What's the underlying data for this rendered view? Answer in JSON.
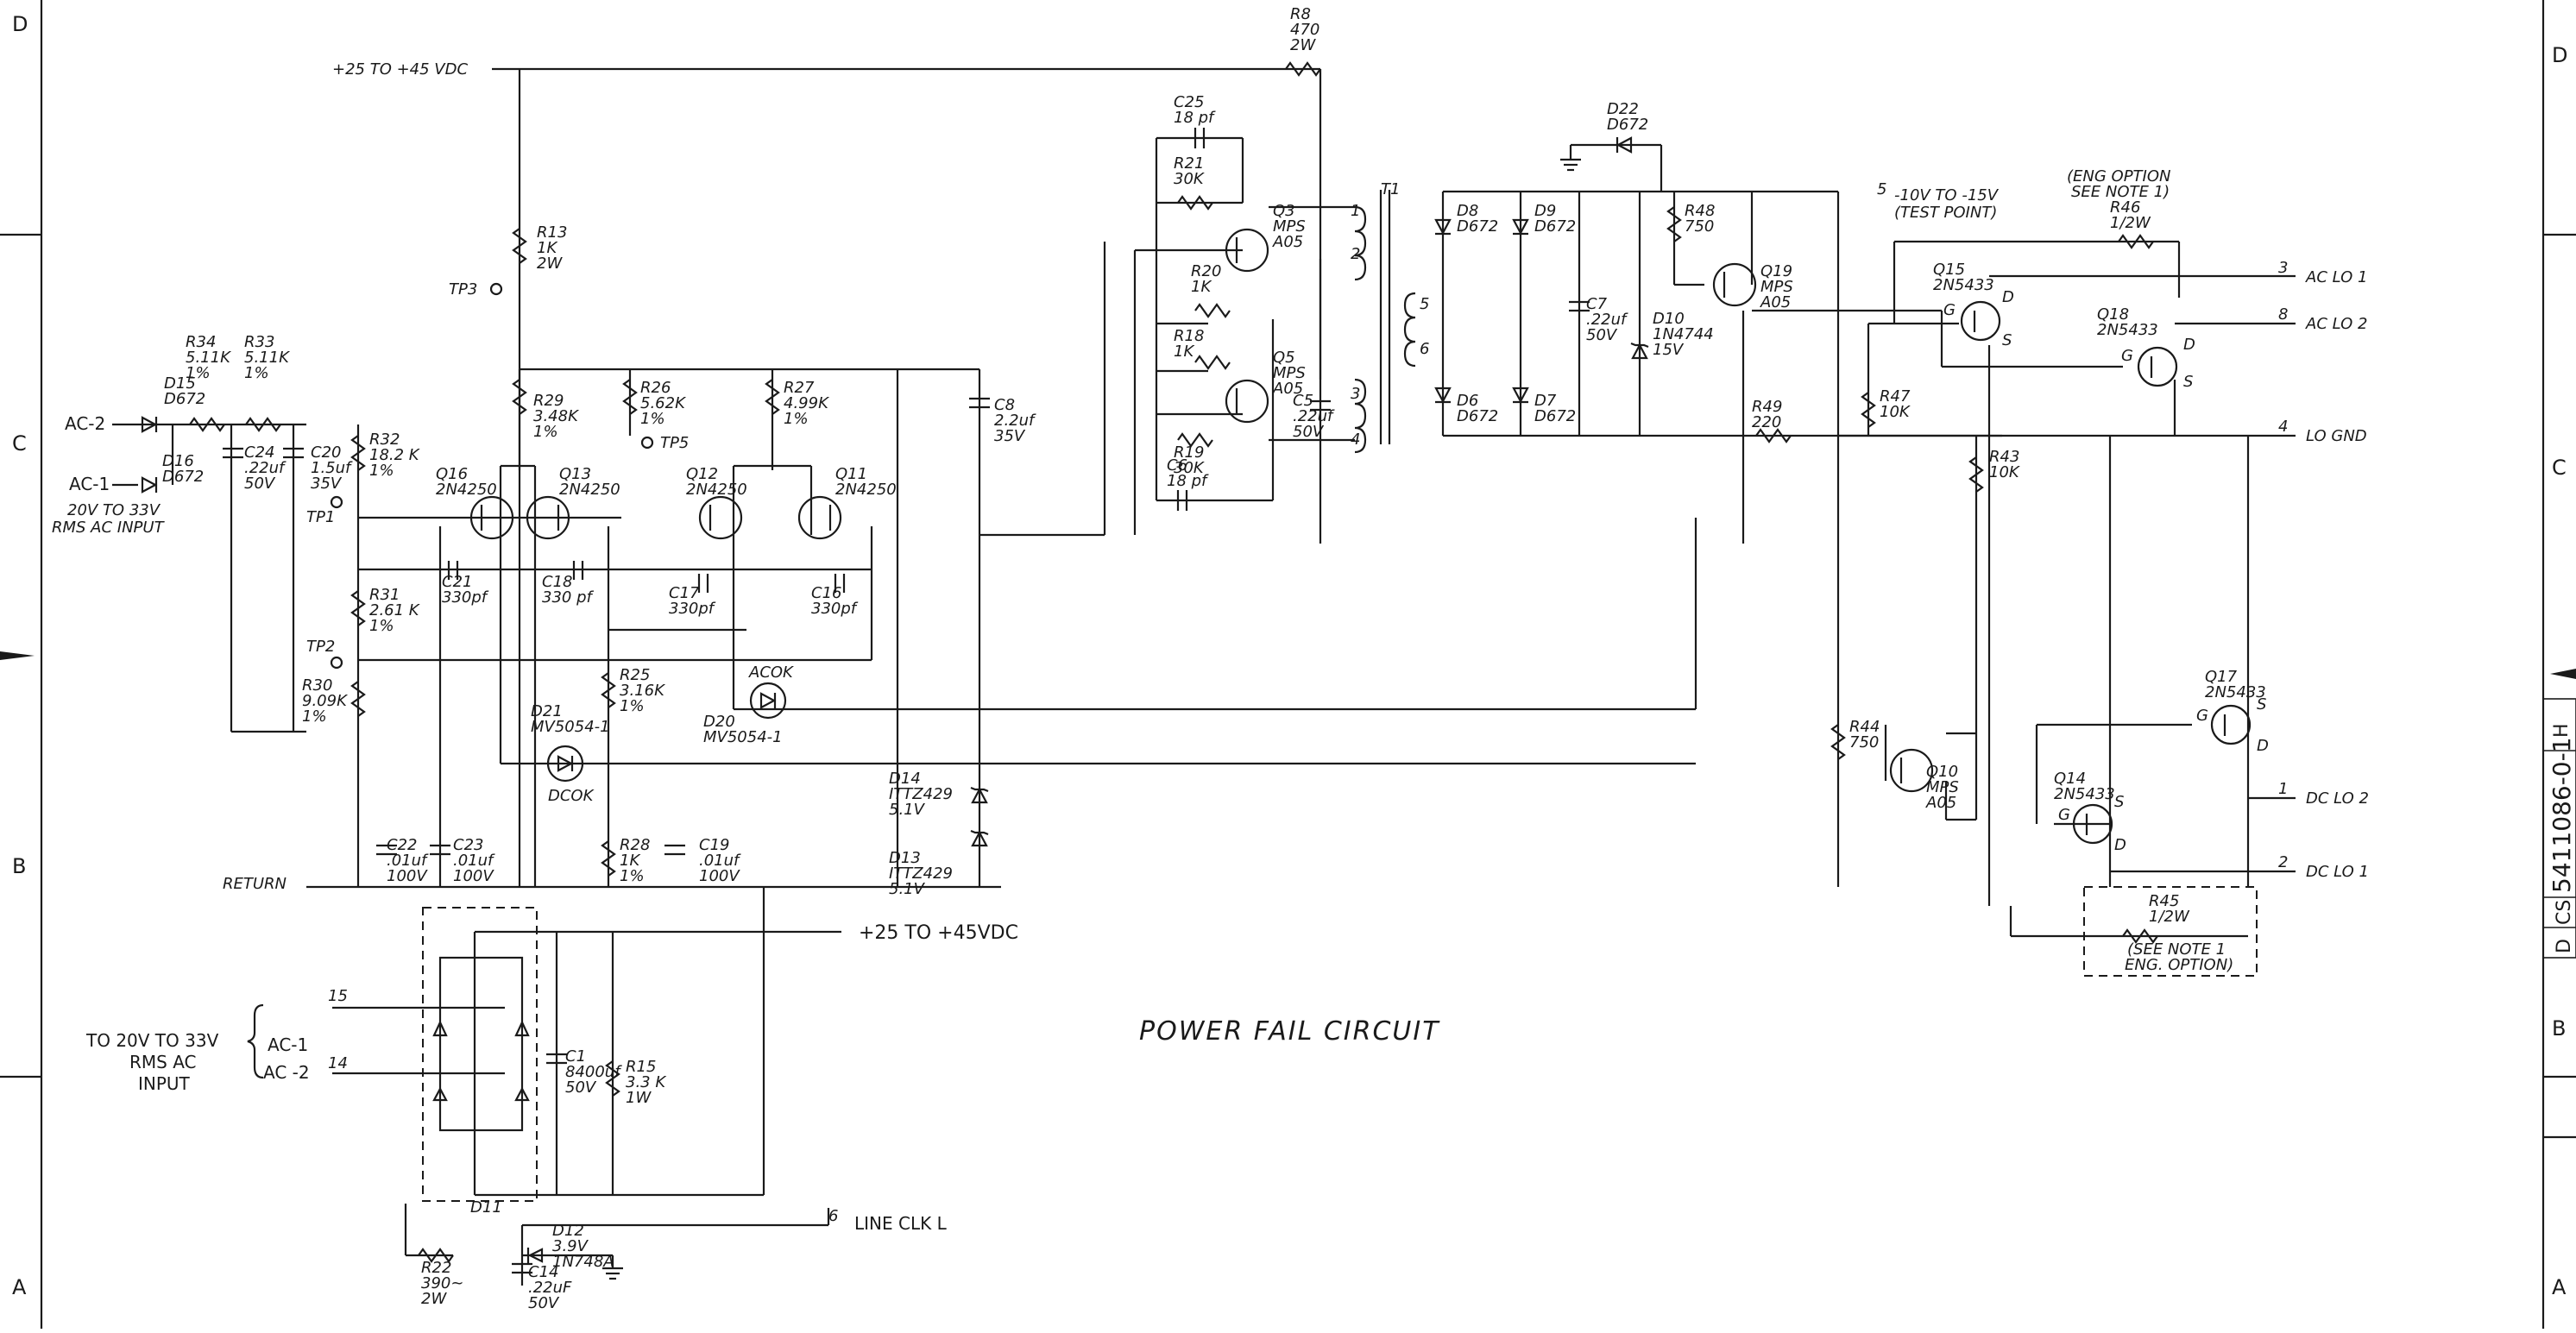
{
  "zones": {
    "left": [
      "D",
      "C",
      "B",
      "A"
    ],
    "right": [
      "D",
      "C",
      "B",
      "A"
    ]
  },
  "title": "POWER FAIL CIRCUIT",
  "drawing_number": "5411086-0-1",
  "size_code": "D",
  "code": "CS",
  "rev": "H",
  "notes": {
    "eng_option": [
      "(ENG OPTION",
      "SEE NOTE 1)",
      "R46",
      "1/2W"
    ],
    "r45_option": [
      "R45",
      "1/2W",
      "(SEE NOTE 1",
      "ENG. OPTION)"
    ]
  },
  "nets": {
    "supply_top": "+25 TO +45 VDC",
    "supply_mid": "+25 TO +45VDC",
    "return": "RETURN",
    "ac_in_1": "AC-2",
    "ac_in_2": "AC-1",
    "ac_input_desc": [
      "20V TO 33V",
      "RMS AC INPUT"
    ],
    "bridge_input": [
      "TO 20V TO 33V",
      "RMS AC",
      "INPUT"
    ],
    "bridge_ac1": "AC-1",
    "bridge_ac2": "AC -2",
    "test_point": [
      "-10V TO -15V",
      "(TEST POINT)"
    ],
    "line_clk": "LINE CLK L"
  },
  "outputs": [
    {
      "pin": "3",
      "label": "AC LO 1"
    },
    {
      "pin": "8",
      "label": "AC LO 2"
    },
    {
      "pin": "4",
      "label": "LO GND"
    },
    {
      "pin": "1",
      "label": "DC LO 2"
    },
    {
      "pin": "2",
      "label": "DC LO 1"
    },
    {
      "pin": "5",
      "label": ""
    },
    {
      "pin": "6",
      "label": ""
    },
    {
      "pin": "15",
      "label": ""
    },
    {
      "pin": "14",
      "label": ""
    }
  ],
  "test_points": [
    "TP3",
    "TP1",
    "TP2",
    "TP5"
  ],
  "components": {
    "R8": [
      "R8",
      "470",
      "2W"
    ],
    "R13": [
      "R13",
      "1K",
      "2W"
    ],
    "R34": [
      "R34",
      "5.11K",
      "1%"
    ],
    "R33": [
      "R33",
      "5.11K",
      "1%"
    ],
    "R32": [
      "R32",
      "18.2 K",
      "1%"
    ],
    "R31": [
      "R31",
      "2.61 K",
      "1%"
    ],
    "R30": [
      "R30",
      "9.09K",
      "1%"
    ],
    "R29": [
      "R29",
      "3.48K",
      "1%"
    ],
    "R26": [
      "R26",
      "5.62K",
      "1%"
    ],
    "R27": [
      "R27",
      "4.99K",
      "1%"
    ],
    "R25": [
      "R25",
      "3.16K",
      "1%"
    ],
    "R28": [
      "R28",
      "1K",
      "1%"
    ],
    "R21": [
      "R21",
      "30K"
    ],
    "R20": [
      "R20",
      "1K"
    ],
    "R18": [
      "R18",
      "1K"
    ],
    "R19": [
      "R19",
      "30K"
    ],
    "R48": [
      "R48",
      "750"
    ],
    "R47": [
      "R47",
      "10K"
    ],
    "R49": [
      "R49",
      "220"
    ],
    "R43": [
      "R43",
      "10K"
    ],
    "R44": [
      "R44",
      "750"
    ],
    "R15": [
      "R15",
      "3.3 K",
      "1W"
    ],
    "R22": [
      "R22",
      "390~",
      "2W"
    ],
    "C25": [
      "C25",
      "18 pf"
    ],
    "C6": [
      "C6",
      "18 pf"
    ],
    "C5": [
      "C5",
      ".22uf",
      "50V"
    ],
    "C7": [
      "C7",
      ".22uf",
      "50V"
    ],
    "C8": [
      "C8",
      "2.2uf",
      "35V"
    ],
    "C24": [
      "C24",
      ".22uf",
      "50V"
    ],
    "C20": [
      "C20",
      "1.5uf",
      "35V"
    ],
    "C21": [
      "C21",
      "330pf"
    ],
    "C18": [
      "C18",
      "330 pf"
    ],
    "C17": [
      "C17",
      "330pf"
    ],
    "C16": [
      "C16",
      "330pf"
    ],
    "C22": [
      "C22",
      ".01uf",
      "100V"
    ],
    "C23": [
      "C23",
      ".01uf",
      "100V"
    ],
    "C19": [
      "C19",
      ".01uf",
      "100V"
    ],
    "C1": [
      "C1",
      "8400uf",
      "50V"
    ],
    "C14": [
      "C14",
      ".22uF",
      "50V"
    ],
    "Q16": [
      "Q16",
      "2N4250"
    ],
    "Q13": [
      "Q13",
      "2N4250"
    ],
    "Q12": [
      "Q12",
      "2N4250"
    ],
    "Q11": [
      "Q11",
      "2N4250"
    ],
    "Q3": [
      "Q3",
      "MPS",
      "A05"
    ],
    "Q5": [
      "Q5",
      "MPS",
      "A05"
    ],
    "Q19": [
      "Q19",
      "MPS",
      "A05"
    ],
    "Q10": [
      "Q10",
      "MPS",
      "A05"
    ],
    "Q15": [
      "Q15",
      "2N5433"
    ],
    "Q18": [
      "Q18",
      "2N5433"
    ],
    "Q17": [
      "Q17",
      "2N5433"
    ],
    "Q14": [
      "Q14",
      "2N5433"
    ],
    "D15": [
      "D15",
      "D672"
    ],
    "D16": [
      "D16",
      "D672"
    ],
    "D22": [
      "D22",
      "D672"
    ],
    "D8": [
      "D8",
      "D672"
    ],
    "D9": [
      "D9",
      "D672"
    ],
    "D6": [
      "D6",
      "D672"
    ],
    "D7": [
      "D7",
      "D672"
    ],
    "D10": [
      "D10",
      "1N4744",
      "15V"
    ],
    "D14": [
      "D14",
      "ITTZ429",
      "5.1V"
    ],
    "D13": [
      "D13",
      "ITTZ429",
      "5.1V"
    ],
    "D21": [
      "D21",
      "MV5054-1"
    ],
    "D20": [
      "D20",
      "MV5054-1"
    ],
    "D11": [
      "D11"
    ],
    "D12": [
      "D12",
      "3.9V",
      "1N748A"
    ],
    "T1": [
      "T1"
    ]
  },
  "led_labels": {
    "dcok": "DCOK",
    "acok": "ACOK"
  },
  "fet_pins": {
    "g": "G",
    "d": "D",
    "s": "S"
  },
  "transformer_pins": [
    "1",
    "2",
    "5",
    "6",
    "3",
    "4"
  ]
}
